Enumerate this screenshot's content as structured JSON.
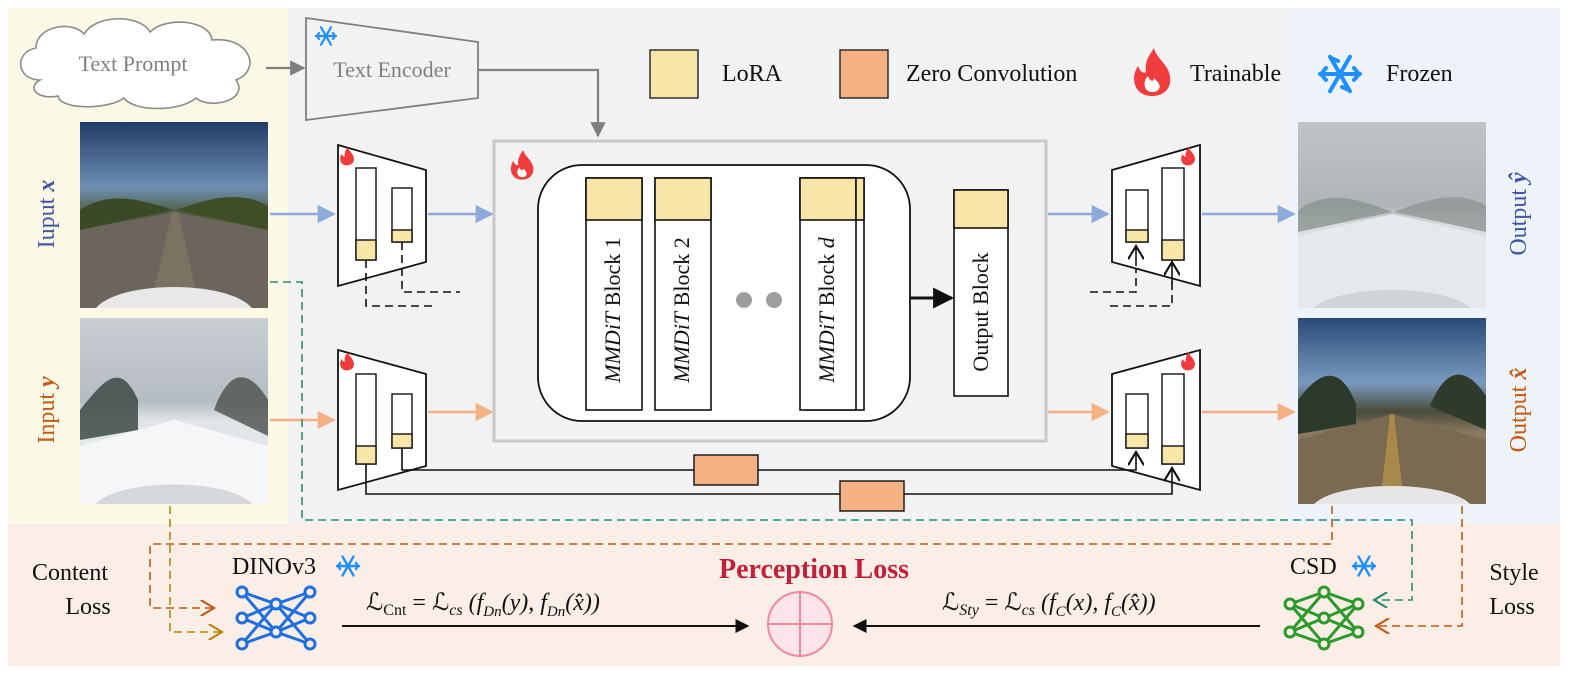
{
  "legend": {
    "lora": "LoRA",
    "zero_conv": "Zero Convolution",
    "trainable": "Trainable",
    "frozen": "Frozen"
  },
  "top": {
    "text_prompt": "Text Prompt",
    "text_encoder": "Text Encoder"
  },
  "inputs": {
    "input_x_prefix": "Iuput ",
    "input_x_var": "x",
    "input_y_prefix": "Input ",
    "input_y_var": "y"
  },
  "outputs": {
    "output_y_prefix": "Output ",
    "output_y_var": "ŷ",
    "output_x_prefix": "Output ",
    "output_x_var": "x̂"
  },
  "blocks": {
    "block1_it": "MMDiT",
    "block1_rest": " Block 1",
    "block2_it": "MMDiT",
    "block2_rest": " Block 2",
    "blockd_it": "MMDiT",
    "blockd_rest": " Block ",
    "blockd_var": "d",
    "output_block": "Output Block"
  },
  "loss": {
    "title": "Perception Loss",
    "content_loss_l1": "Content",
    "content_loss_l2": "Loss",
    "style_loss_l1": "Style",
    "style_loss_l2": "Loss",
    "dino": "DINOv3",
    "csd": "CSD",
    "cnt_formula_lhs": "ℒ",
    "cnt_formula_sub": "Cnt",
    "cnt_formula_rhs": " = ℒ",
    "cnt_formula_cs": "cs",
    "cnt_formula_args": " (f",
    "cnt_formula_dn": "Dn",
    "cnt_formula_y": "(y), f",
    "cnt_formula_dn2": "Dn",
    "cnt_formula_xhat": "(x̂))",
    "sty_formula_lhs": "ℒ",
    "sty_formula_sub": "Sty",
    "sty_formula_rhs": " = ℒ",
    "sty_formula_cs": "cs",
    "sty_formula_args": " (f",
    "sty_formula_c": "C",
    "sty_formula_x": "(x), f",
    "sty_formula_c2": "C",
    "sty_formula_xhat": "(x̂))"
  },
  "colors": {
    "lora": "#f8e6a8",
    "zero_conv": "#f4b183",
    "blue_arrow": "#8eaadb",
    "orange_arrow": "#f4b183",
    "perception_title": "#c0203a",
    "input_x_label": "#3d57a6",
    "input_y_label": "#c55a11",
    "dino_net": "#1f6fe0",
    "csd_net": "#2b9a2b",
    "teal_dash": "#2e8b6e",
    "orange_dash": "#c55a11",
    "gold_dash": "#b8860b"
  },
  "icons": {
    "trainable": "fire-icon",
    "frozen": "snowflake-icon"
  }
}
